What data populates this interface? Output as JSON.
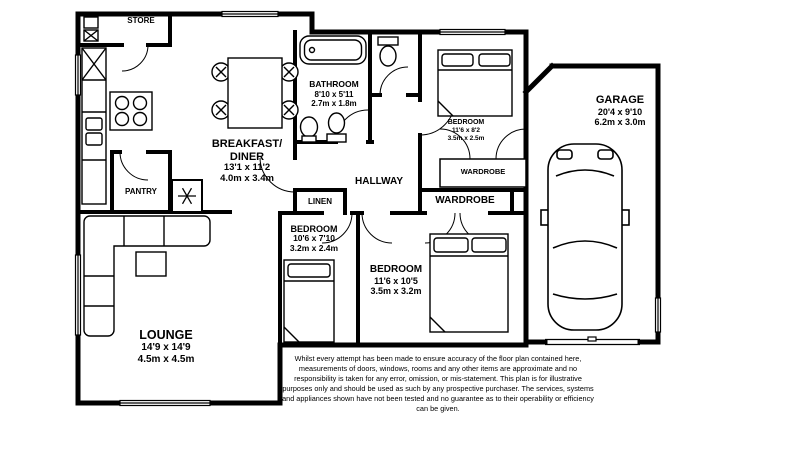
{
  "rooms": {
    "store": {
      "name": "STORE"
    },
    "pantry": {
      "name": "PANTRY"
    },
    "breakfast_diner": {
      "name": "BREAKFAST/\nDINER",
      "imperial": "13'1 x 11'2",
      "metric": "4.0m x 3.4m"
    },
    "bathroom": {
      "name": "BATHROOM",
      "imperial": "8'10 x 5'11",
      "metric": "2.7m x 1.8m"
    },
    "hallway": {
      "name": "HALLWAY"
    },
    "linen": {
      "name": "LINEN"
    },
    "bedroom_top": {
      "name": "BEDROOM",
      "imperial": "11'6 x 8'2",
      "metric": "3.5m x 2.5m"
    },
    "wardrobe_small": {
      "name": "WARDROBE"
    },
    "wardrobe_large": {
      "name": "WARDROBE"
    },
    "bedroom_middle": {
      "name": "BEDROOM",
      "imperial": "10'6 x 7'10",
      "metric": "3.2m x 2.4m"
    },
    "bedroom_right": {
      "name": "BEDROOM",
      "imperial": "11'6 x 10'5",
      "metric": "3.5m x 3.2m"
    },
    "garage": {
      "name": "GARAGE",
      "imperial": "20'4 x 9'10",
      "metric": "6.2m x 3.0m"
    },
    "lounge": {
      "name": "LOUNGE",
      "imperial": "14'9 x 14'9",
      "metric": "4.5m x 4.5m"
    }
  },
  "fixtures": [
    "bathtub",
    "toilet",
    "basin",
    "bed",
    "sofa",
    "dining-table",
    "chairs",
    "coffee-table",
    "hob",
    "freezer",
    "fridge",
    "kitchen-counter",
    "car",
    "garage-door",
    "windows"
  ],
  "disclaimer": "Whilst every attempt has been made to ensure accuracy of the floor plan contained here, measurements of doors, windows, rooms and any other items are approximate and no responsibility is taken for any error, omission, or mis-statement. This plan is for illustrative purposes only and should be used as such by any prospective purchaser. The services, systems and appliances shown have not been tested and no guarantee as to their operability or efficiency can be given.",
  "colors": {
    "wall": "#000000",
    "background": "#ffffff"
  }
}
